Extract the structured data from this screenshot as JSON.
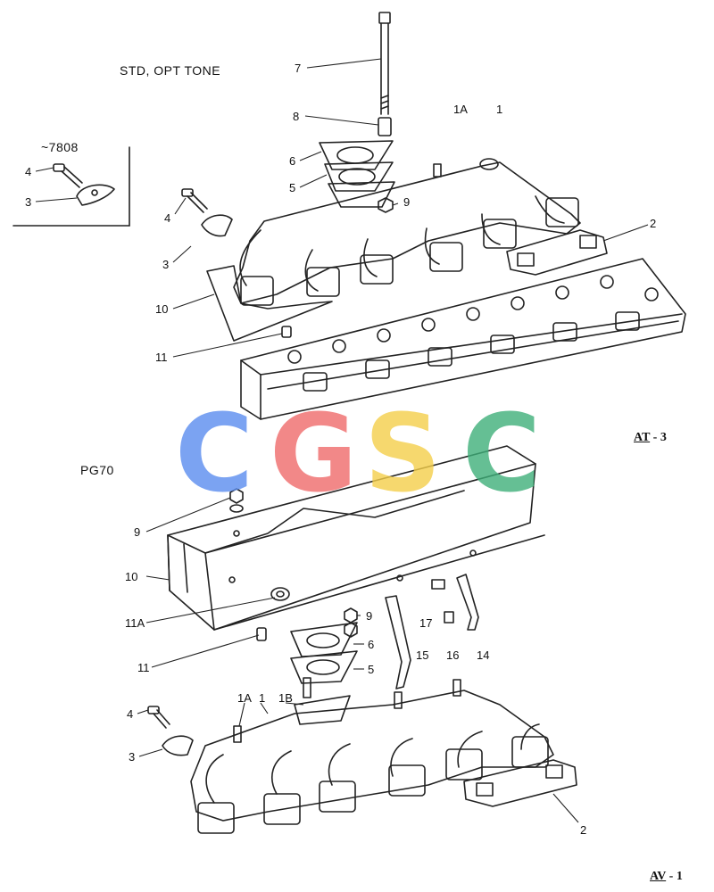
{
  "header": {
    "variant": "STD, OPT TONE",
    "serial_range": "~7808",
    "section_code": "PG70"
  },
  "refs": {
    "upper": {
      "prefix": "AT",
      "suffix": "- 3"
    },
    "lower": {
      "prefix": "AV",
      "suffix": "- 1"
    }
  },
  "watermark": {
    "letters": [
      "C",
      "G",
      "S",
      "C"
    ],
    "colors": [
      "#5b8def",
      "#f06b6b",
      "#f5cf4a",
      "#3fb07a"
    ]
  },
  "callouts_upper": [
    "7",
    "8",
    "6",
    "5",
    "4",
    "3",
    "9",
    "4",
    "3",
    "10",
    "11",
    "1A",
    "1",
    "2"
  ],
  "callouts_lower": [
    "9",
    "10",
    "11A",
    "9",
    "6",
    "5",
    "11",
    "17",
    "15",
    "16",
    "14",
    "1A",
    "1",
    "1B",
    "4",
    "3",
    "2"
  ]
}
